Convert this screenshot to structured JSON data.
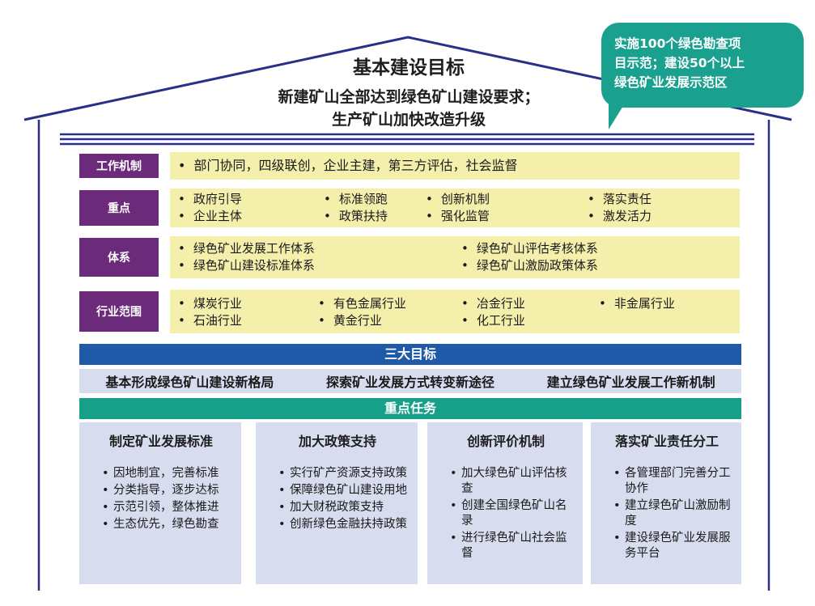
{
  "header": {
    "title": "基本建设目标",
    "subtitle_line1": "新建矿山全部达到绿色矿山建设要求；",
    "subtitle_line2": "生产矿山加快改造升级"
  },
  "callout": {
    "lines": [
      "实施100个绿色勘查项",
      "目示范；建设50个以上",
      "绿色矿业发展示范区"
    ]
  },
  "rows": [
    {
      "label": "工作机制",
      "items": [
        "部门协同，四级联创，企业主建，第三方评估，社会监督"
      ]
    },
    {
      "label": "重点",
      "items": [
        "政府引导",
        "标准领跑",
        "创新机制",
        "落实责任",
        "企业主体",
        "政策扶持",
        "强化监管",
        "激发活力"
      ]
    },
    {
      "label": "体系",
      "items": [
        "绿色矿业发展工作体系",
        "绿色矿山评估考核体系",
        "绿色矿山建设标准体系",
        "绿色矿山激励政策体系"
      ]
    },
    {
      "label": "行业范围",
      "items": [
        "煤炭行业",
        "有色金属行业",
        "冶金行业",
        "非金属行业",
        "石油行业",
        "黄金行业",
        "化工行业"
      ]
    }
  ],
  "three_goals": {
    "heading": "三大目标",
    "items": [
      "基本形成绿色矿山建设新格局",
      "探索矿业发展方式转变新途径",
      "建立绿色矿业发展工作新机制"
    ]
  },
  "key_tasks": {
    "heading": "重点任务",
    "columns": [
      {
        "title": "制定矿业发展标准",
        "items": [
          "因地制宜，完善标准",
          "分类指导，逐步达标",
          "示范引领，整体推进",
          "生态优先，绿色勘查"
        ]
      },
      {
        "title": "加大政策支持",
        "items": [
          "实行矿产资源支持政策",
          "保障绿色矿山建设用地",
          "加大财税政策支持",
          "创新绿色金融扶持政策"
        ]
      },
      {
        "title": "创新评价机制",
        "items": [
          "加大绿色矿山评估核查",
          "创建全国绿色矿山名录",
          "进行绿色矿山社会监督"
        ]
      },
      {
        "title": "落实矿业责任分工",
        "items": [
          "各管理部门完善分工协作",
          "建立绿色矿山激励制度",
          "建设绿色矿业发展服务平台"
        ]
      }
    ]
  },
  "colors": {
    "roof": "#2a2f8a",
    "label_purple": "#6b2a7a",
    "panel_yellow": "#f5efac",
    "bar_blue": "#1f5aa8",
    "bar_teal": "#16a089",
    "column_bg": "#d8dcef",
    "callout_teal": "#1aa08f"
  }
}
